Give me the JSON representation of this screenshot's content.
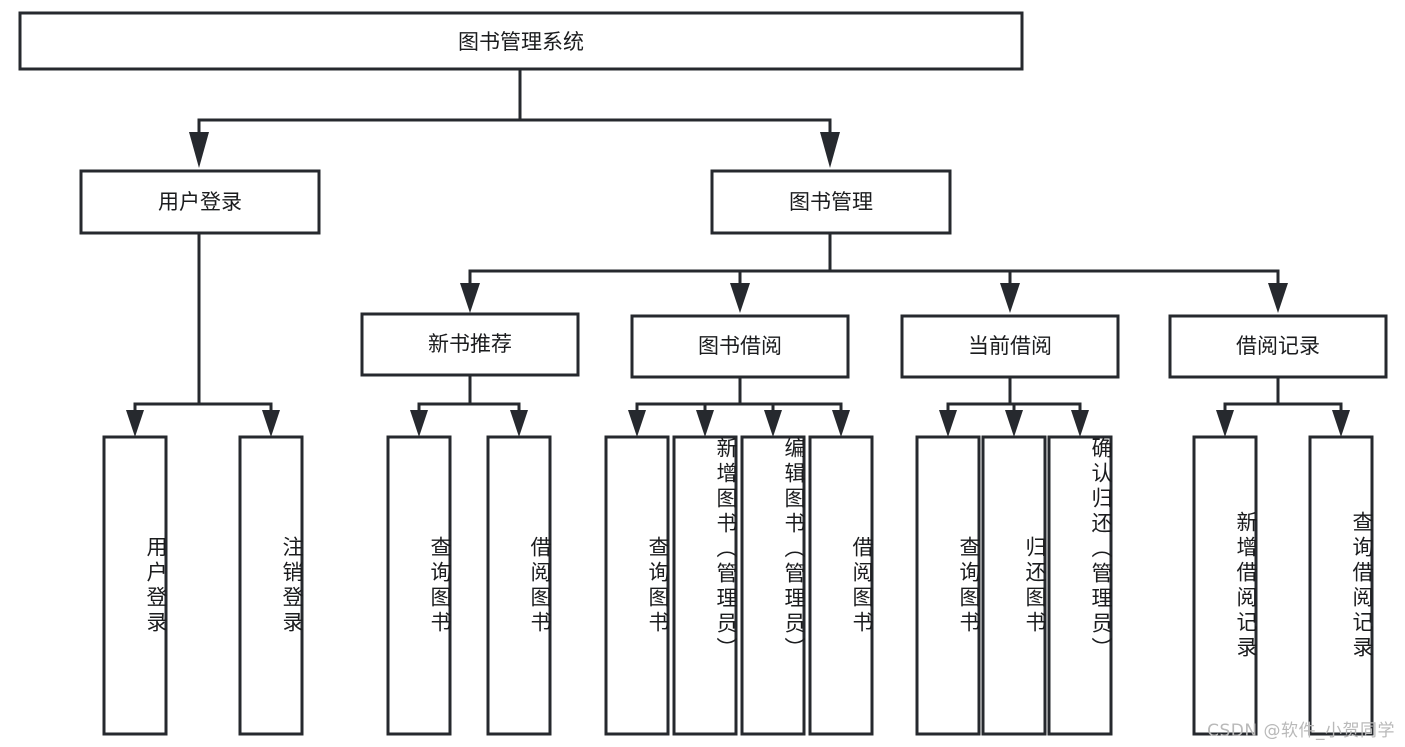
{
  "diagram": {
    "type": "tree-hierarchy",
    "title": "图书管理系统",
    "watermark": "CSDN @软件_小贺同学",
    "colors": {
      "box_stroke": "#26292e",
      "box_fill": "#ffffff",
      "text": "#1b1c1e",
      "background": "#ffffff",
      "watermark": "#b9b9b9"
    },
    "levels": {
      "root": {
        "label": "图书管理系统"
      },
      "level2": [
        {
          "id": "user-login",
          "label": "用户登录"
        },
        {
          "id": "book-manage",
          "label": "图书管理"
        }
      ],
      "level3": [
        {
          "id": "new-book-recommend",
          "label": "新书推荐",
          "parent": "book-manage"
        },
        {
          "id": "book-borrow",
          "label": "图书借阅",
          "parent": "book-manage"
        },
        {
          "id": "current-borrow",
          "label": "当前借阅",
          "parent": "book-manage"
        },
        {
          "id": "borrow-record",
          "label": "借阅记录",
          "parent": "book-manage"
        }
      ],
      "leaves": [
        {
          "id": "leaf-user-login",
          "label": "用户登录",
          "parent": "user-login"
        },
        {
          "id": "leaf-logout",
          "label": "注销登录",
          "parent": "user-login"
        },
        {
          "id": "leaf-query-book-1",
          "label": "查询图书",
          "parent": "new-book-recommend"
        },
        {
          "id": "leaf-borrow-book-1",
          "label": "借阅图书",
          "parent": "new-book-recommend"
        },
        {
          "id": "leaf-query-book-2",
          "label": "查询图书",
          "parent": "book-borrow"
        },
        {
          "id": "leaf-add-book",
          "label": "新增图书（管理员）",
          "parent": "book-borrow"
        },
        {
          "id": "leaf-edit-book",
          "label": "编辑图书（管理员）",
          "parent": "book-borrow"
        },
        {
          "id": "leaf-borrow-book-2",
          "label": "借阅图书",
          "parent": "book-borrow"
        },
        {
          "id": "leaf-query-book-3",
          "label": "查询图书",
          "parent": "current-borrow"
        },
        {
          "id": "leaf-return-book",
          "label": "归还图书",
          "parent": "current-borrow"
        },
        {
          "id": "leaf-confirm-return",
          "label": "确认归还（管理员）",
          "parent": "current-borrow"
        },
        {
          "id": "leaf-add-record",
          "label": "新增借阅记录",
          "parent": "borrow-record"
        },
        {
          "id": "leaf-query-record",
          "label": "查询借阅记录",
          "parent": "borrow-record"
        }
      ]
    }
  }
}
